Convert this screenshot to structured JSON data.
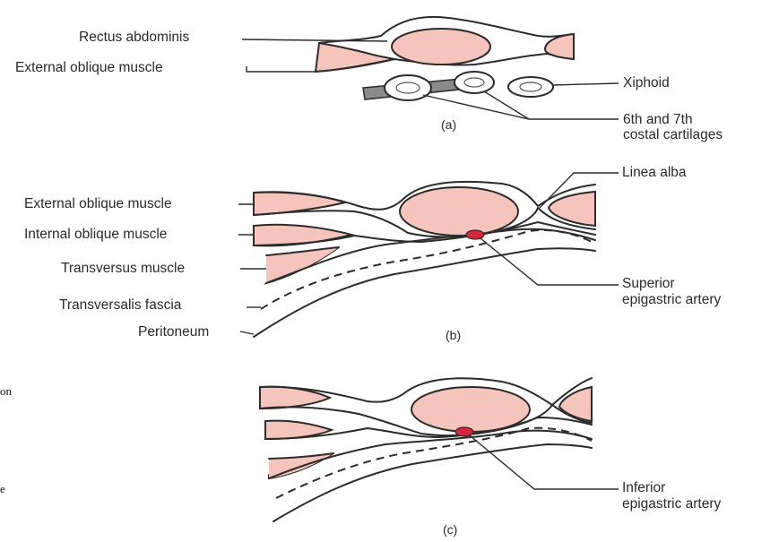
{
  "panel_a": {
    "labels": {
      "rectus_abdominis": "Rectus abdominis",
      "external_oblique": "External oblique muscle",
      "xiphoid": "Xiphoid",
      "costal_line1": "6th and 7th",
      "costal_line2": "costal cartilages"
    },
    "caption": "(a)"
  },
  "panel_b": {
    "labels": {
      "linea_alba": "Linea alba",
      "external_oblique": "External oblique muscle",
      "internal_oblique": "Internal oblique muscle",
      "transversus": "Transversus muscle",
      "transversalis_fascia": "Transversalis fascia",
      "peritoneum": "Peritoneum",
      "superior_line1": "Superior",
      "superior_line2": "epigastric artery"
    },
    "caption": "(b)"
  },
  "panel_c": {
    "labels": {
      "inferior_line1": "Inferior",
      "inferior_line2": "epigastric artery"
    },
    "caption": "(c)"
  },
  "edge_fragments": [
    "on",
    "e"
  ],
  "colors": {
    "muscle": "#f5c4bc",
    "artery": "#d6273a",
    "line": "#2c2c2c"
  }
}
